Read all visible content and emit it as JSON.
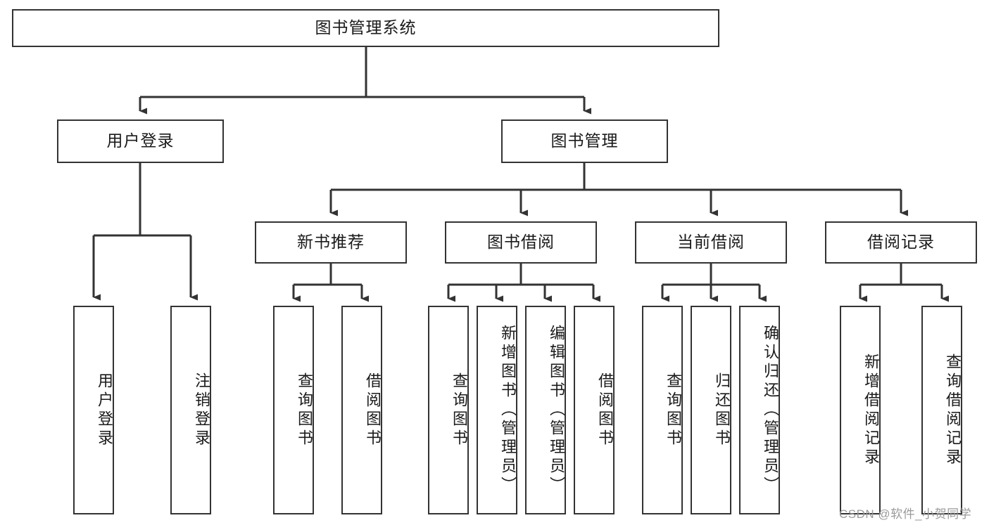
{
  "diagram": {
    "title": "图书管理系统",
    "type": "tree",
    "levels": 4,
    "colors": {
      "box_border": "#333333",
      "box_fill": "#ffffff",
      "edge": "#333333",
      "text": "#1a1a1a",
      "watermark": "#9a9a9a",
      "background": "#ffffff"
    },
    "root": {
      "label": "图书管理系统"
    },
    "level2": [
      {
        "label": "用户登录"
      },
      {
        "label": "图书管理"
      }
    ],
    "level3": [
      {
        "label": "新书推荐"
      },
      {
        "label": "图书借阅"
      },
      {
        "label": "当前借阅"
      },
      {
        "label": "借阅记录"
      }
    ],
    "leaves_user_login": [
      {
        "label": "用户登录"
      },
      {
        "label": "注销登录"
      }
    ],
    "leaves_new_book": [
      {
        "label": "查询图书"
      },
      {
        "label": "借阅图书"
      }
    ],
    "leaves_borrow": [
      {
        "label": "查询图书"
      },
      {
        "label": "新增图书（管理员）"
      },
      {
        "label": "编辑图书（管理员）"
      },
      {
        "label": "借阅图书"
      }
    ],
    "leaves_current": [
      {
        "label": "查询图书"
      },
      {
        "label": "归还图书"
      },
      {
        "label": "确认归还（管理员）"
      }
    ],
    "leaves_records": [
      {
        "label": "新增借阅记录"
      },
      {
        "label": "查询借阅记录"
      }
    ],
    "watermark": "CSDN @软件_小贺同学"
  }
}
